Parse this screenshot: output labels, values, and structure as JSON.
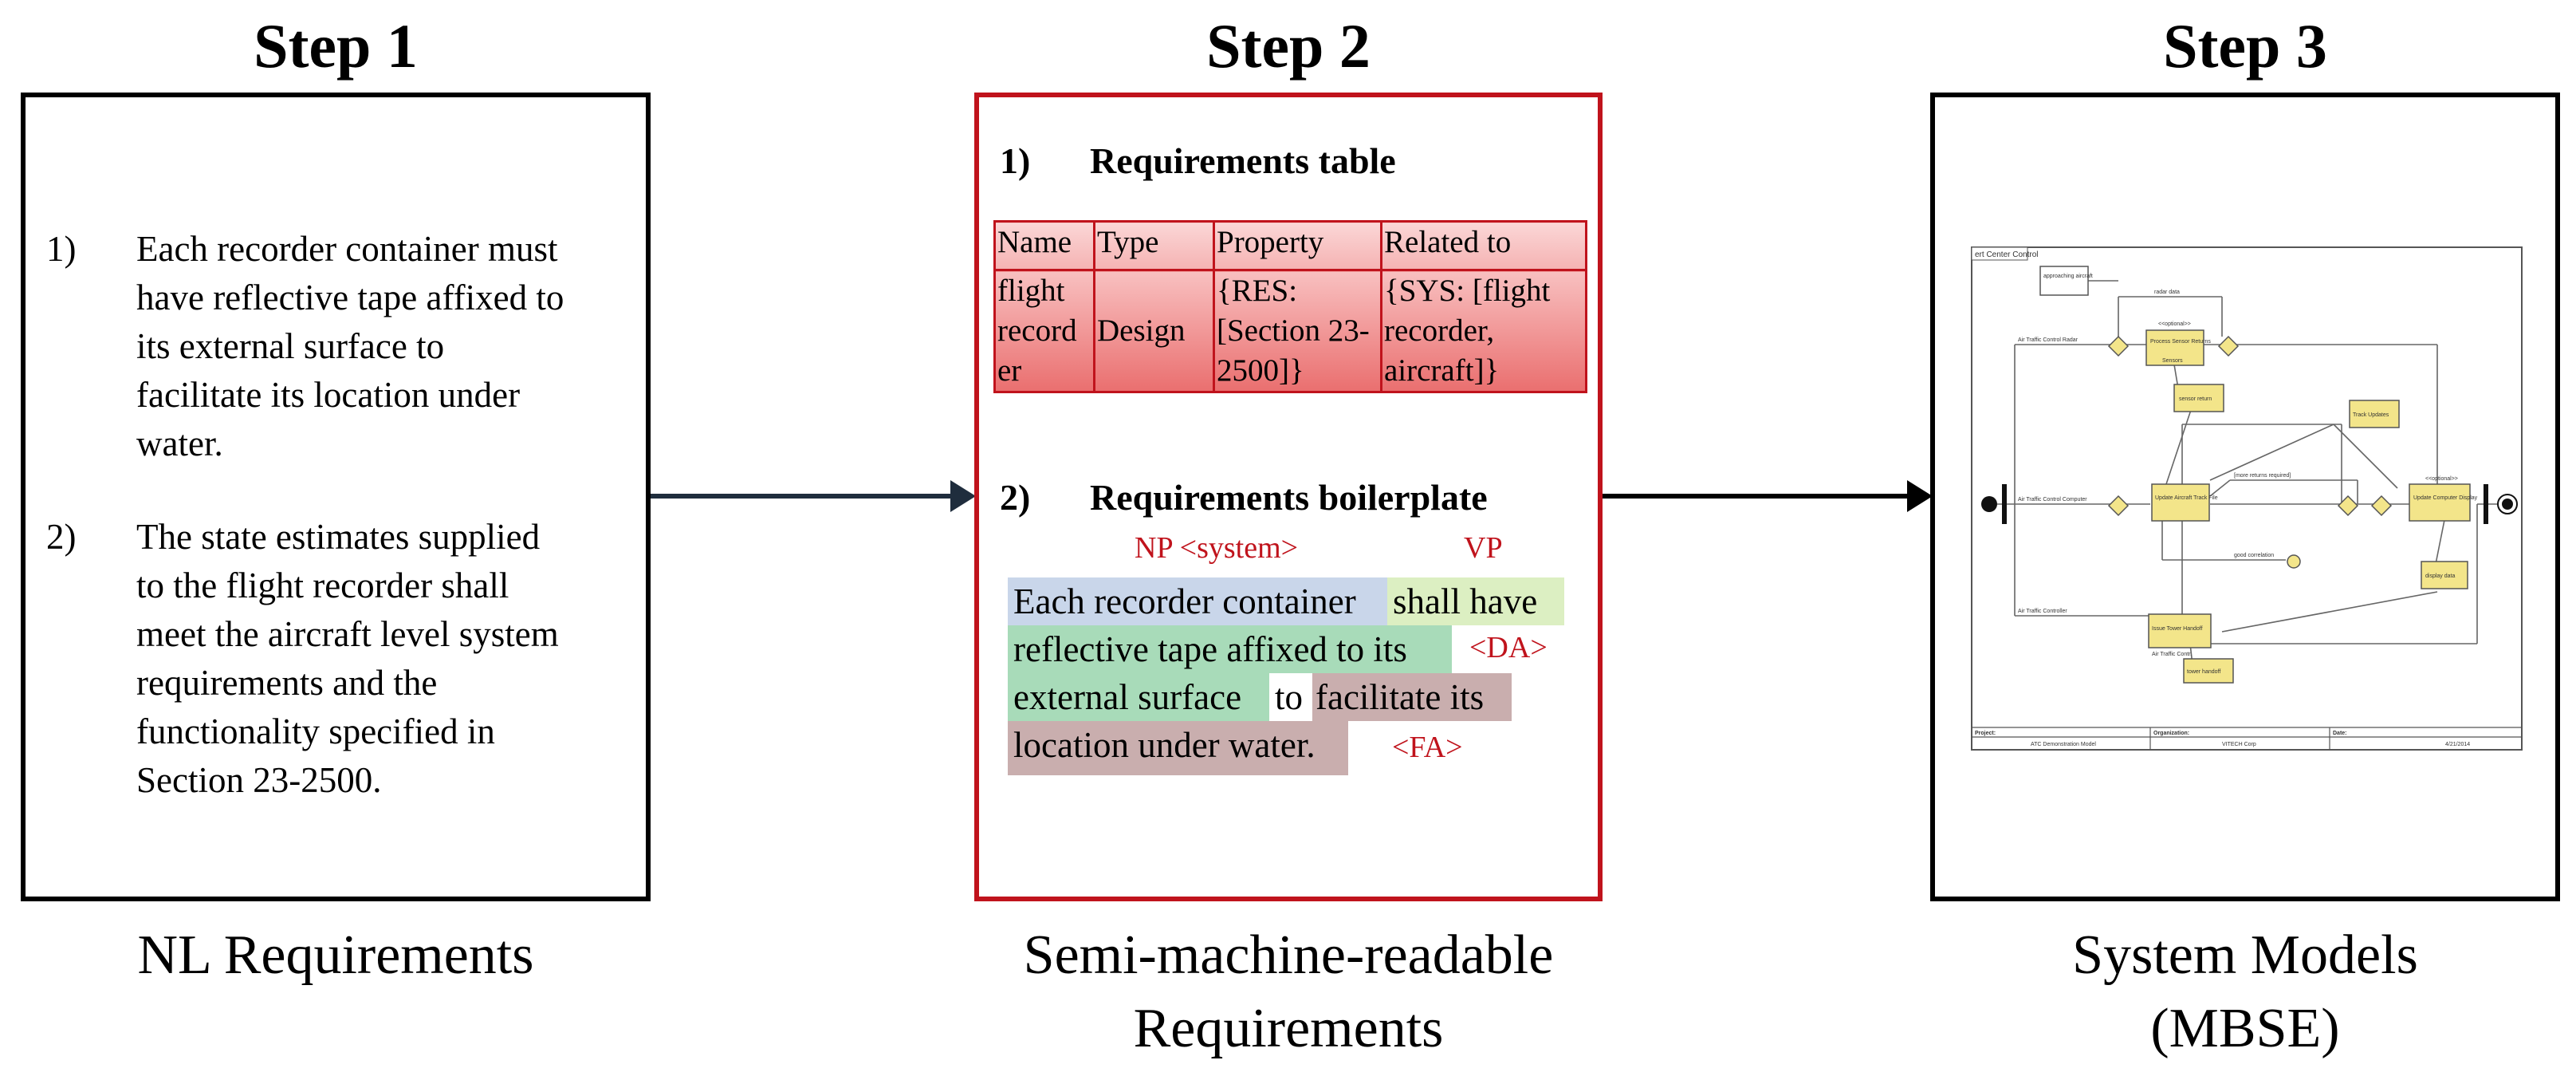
{
  "colors": {
    "accent_red": "#c0131c",
    "arrow_dark_blue": "#1f2d3d",
    "np_highlight": "#c9d6ea",
    "vp_highlight": "#dcefc2",
    "da_highlight": "#a8dbb9",
    "fa_highlight": "#c9aeae"
  },
  "steps": [
    {
      "title": "Step 1",
      "caption_lines": [
        "NL Requirements"
      ]
    },
    {
      "title": "Step 2",
      "caption_lines": [
        "Semi-machine-readable",
        "Requirements"
      ]
    },
    {
      "title": "Step 3",
      "caption_lines": [
        "System Models",
        "(MBSE)"
      ]
    }
  ],
  "step1": {
    "requirements": [
      {
        "num": "1)",
        "lines": [
          "Each recorder container must",
          "have reflective tape affixed to",
          "its external surface to",
          "facilitate its location under",
          "water."
        ]
      },
      {
        "num": "2)",
        "lines": [
          "The state estimates supplied",
          "to the flight recorder shall",
          "meet the aircraft level system",
          "requirements and the",
          "functionality specified in",
          "Section 23-2500."
        ]
      }
    ]
  },
  "step2": {
    "table_section": {
      "num": "1)",
      "title": "Requirements table"
    },
    "table": {
      "headers": [
        "Name",
        "Type",
        "Property",
        "Related to"
      ],
      "row": {
        "name_lines": [
          "flight",
          "record",
          "er"
        ],
        "type": "Design",
        "property_lines": [
          "{RES:",
          "[Section 23-",
          "2500]}"
        ],
        "related_lines": [
          "{SYS:   [flight",
          "recorder,",
          "aircraft]}"
        ]
      }
    },
    "boilerplate_section": {
      "num": "2)",
      "title": "Requirements boilerplate"
    },
    "labels": {
      "np": "NP <system>",
      "vp": "VP",
      "da": "<DA>",
      "fa": "<FA>"
    },
    "boilerplate_text": {
      "np": "Each recorder container",
      "vp": "shall have",
      "da_line1": "reflective tape affixed to its",
      "da_line2": "external surface",
      "to": "to",
      "fa_line1": "facilitate its",
      "fa_line2": "location under water."
    }
  },
  "step3": {
    "diagram": {
      "frame_title": "ert Center Control",
      "nodes": [
        "approaching aircraft",
        "radar data",
        "<<optional>>",
        "Process Sensor Returns",
        "Sensors",
        "Air Traffic Control Radar",
        "sensor return",
        "Track Updates",
        "[more returns required]",
        "Air Traffic Control Computer",
        "Update Aircraft Track File",
        "Update Computer Display",
        "<<optional>>",
        "good correlation",
        "display data",
        "Air Traffic Controller",
        "Issue Tower Handoff",
        "Air Traffic Contr.",
        "tower handoff"
      ],
      "footer": {
        "project_label": "Project:",
        "project": "ATC Demonstration Model",
        "org_label": "Organization:",
        "org": "VITECH Corp",
        "date_label": "Date:",
        "date": "4/21/2014"
      }
    }
  }
}
